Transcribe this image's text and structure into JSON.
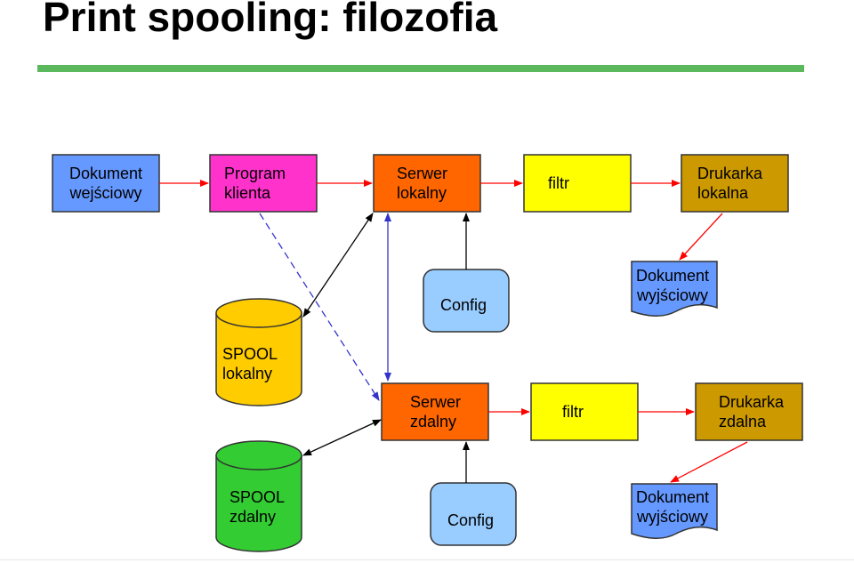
{
  "title": "Print spooling: filozofia",
  "nodes": {
    "input_doc": "Dokument\nwejściowy",
    "client_program": "Program\nklienta",
    "local_server": "Serwer\nlokalny",
    "filter_local": "filtr",
    "local_printer": "Drukarka\nlokalna",
    "config_local": "Config",
    "output_doc_local": "Dokument\nwyjściowy",
    "spool_local": "SPOOL\nlokalny",
    "remote_server": "Serwer\nzdalny",
    "filter_remote": "filtr",
    "remote_printer": "Drukarka\nzdalna",
    "spool_remote": "SPOOL\nzdalny",
    "config_remote": "Config",
    "output_doc_remote": "Dokument\nwyjściowy"
  },
  "colors": {
    "input_doc": "#6699ff",
    "client_program": "#ff33cc",
    "server": "#ff6600",
    "filter": "#ffff00",
    "printer": "#cc9900",
    "config": "#99ccff",
    "output_doc": "#6699ff",
    "spool_local": "#ffcc00",
    "spool_remote": "#33cc33",
    "accent_rule": "#5cb85c",
    "arrow_red": "#ff0000",
    "arrow_dark": "#000000",
    "arrow_blue": "#3333cc"
  }
}
